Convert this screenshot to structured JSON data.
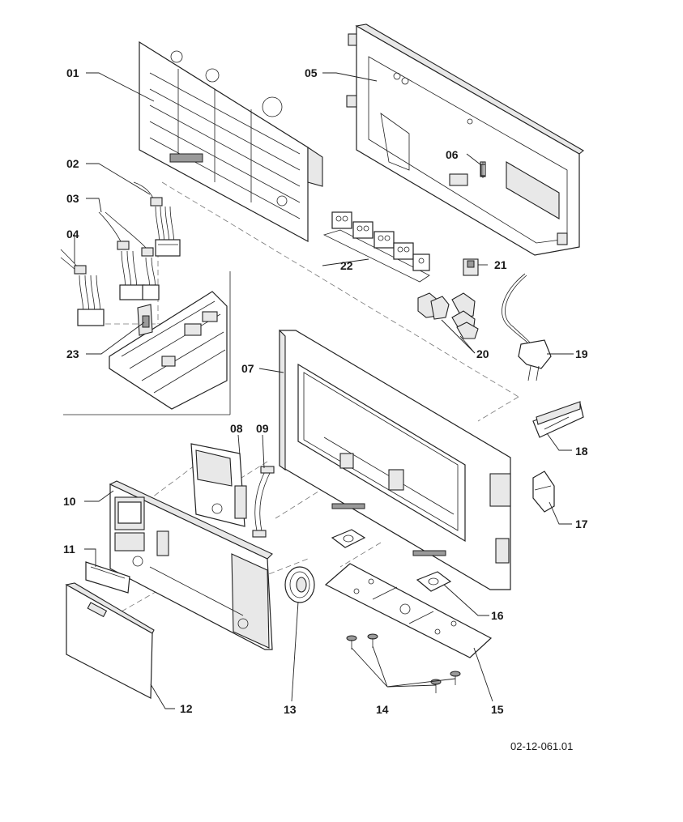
{
  "labels": {
    "p01": "01",
    "p02": "02",
    "p03": "03",
    "p04": "04",
    "p05": "05",
    "p06": "06",
    "p07": "07",
    "p08": "08",
    "p09": "09",
    "p10": "10",
    "p11": "11",
    "p12": "12",
    "p13": "13",
    "p14": "14",
    "p15": "15",
    "p16": "16",
    "p17": "17",
    "p18": "18",
    "p19": "19",
    "p20": "20",
    "p21": "21",
    "p22": "22",
    "p23": "23"
  },
  "drawing_ref": "02-12-061.01"
}
